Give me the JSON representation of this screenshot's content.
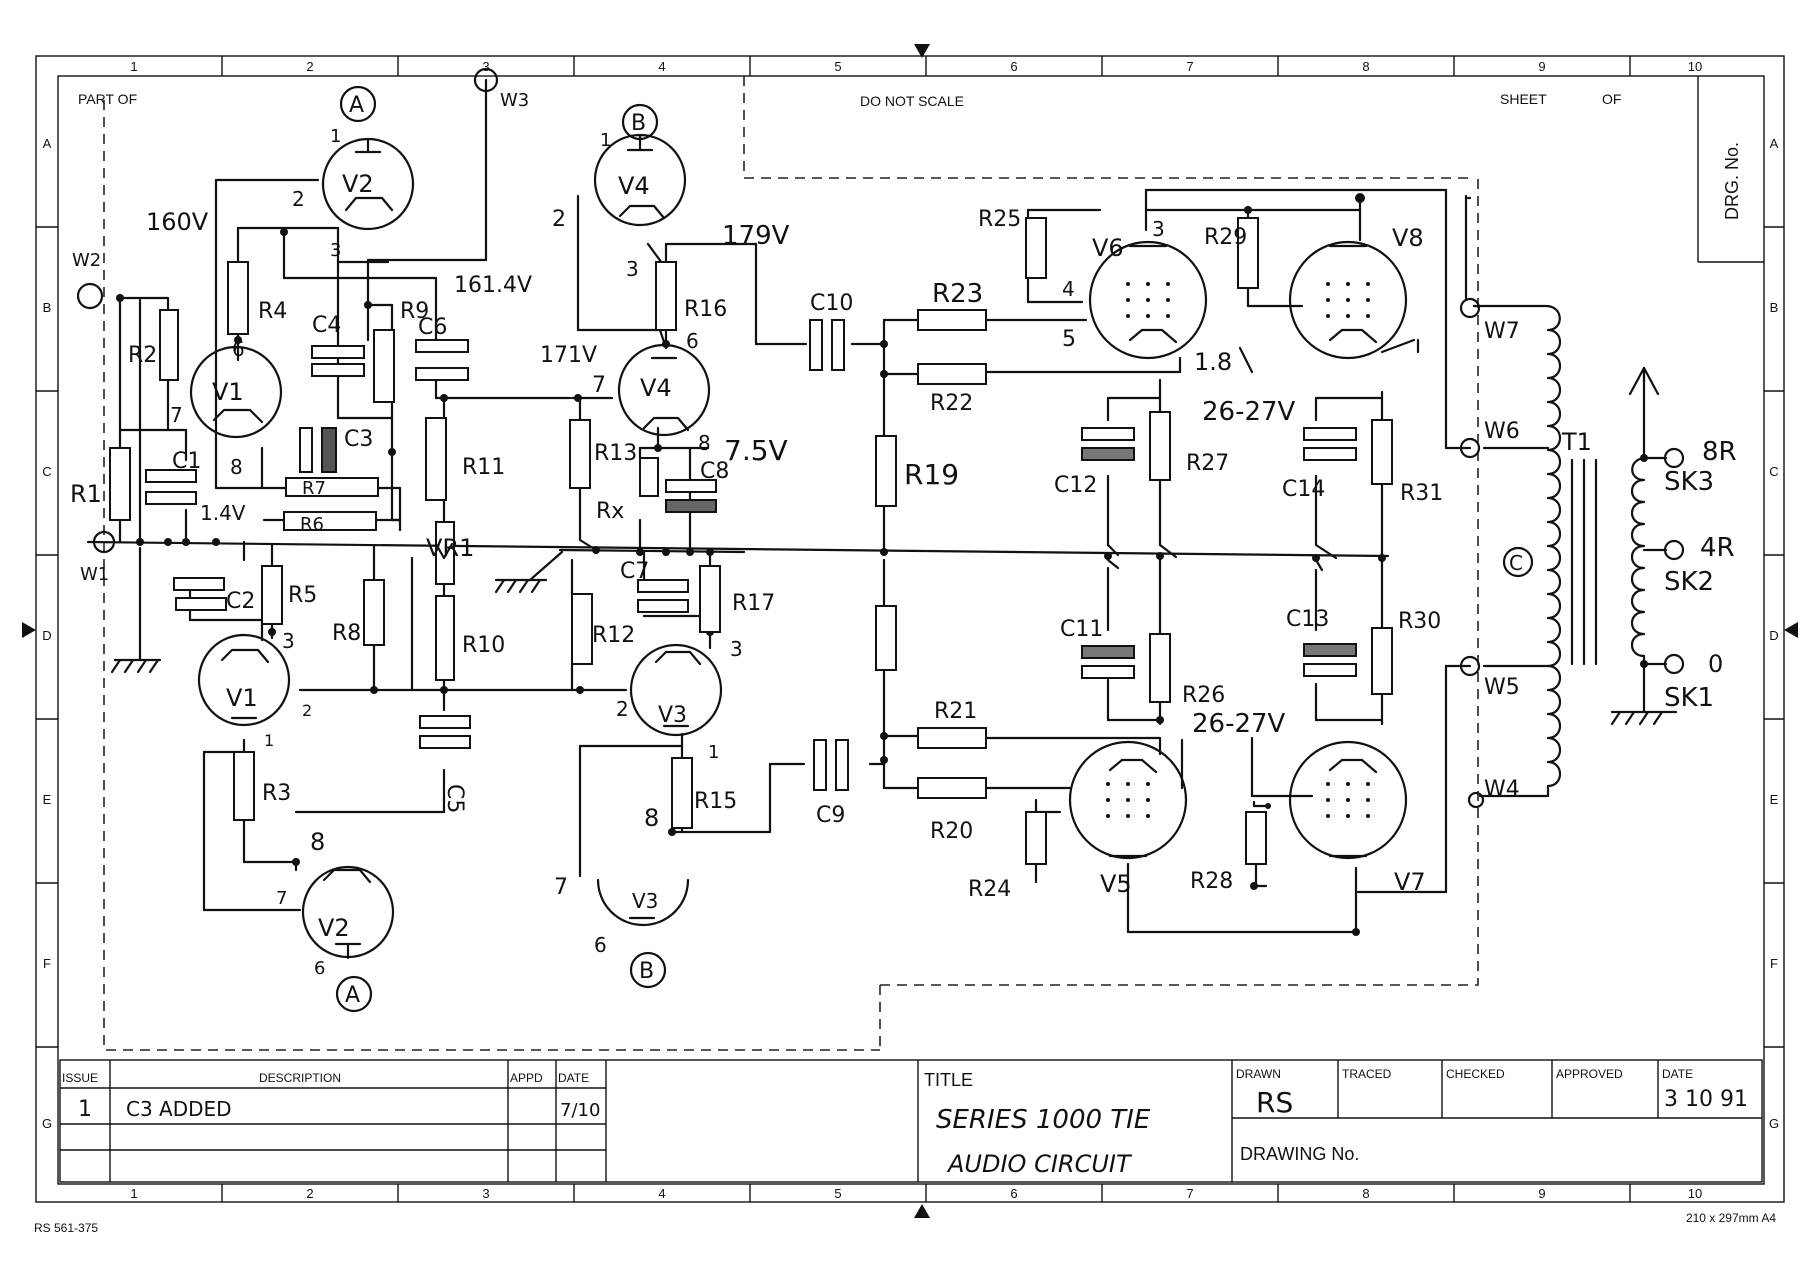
{
  "sheet": {
    "columns": [
      "1",
      "2",
      "3",
      "4",
      "5",
      "6",
      "7",
      "8",
      "9",
      "10"
    ],
    "rows": [
      "A",
      "B",
      "C",
      "D",
      "E",
      "F",
      "G"
    ],
    "part_of": "PART OF",
    "do_not_scale": "DO NOT SCALE",
    "sheet_label": "SHEET",
    "of_label": "OF",
    "drg_no": "DRG. No.",
    "form_ref": "RS 561-375",
    "paper_size": "210 x 297mm A4"
  },
  "title_block": {
    "headers": {
      "issue": "ISSUE",
      "description": "DESCRIPTION",
      "appd": "APPD",
      "date": "DATE"
    },
    "issues": [
      {
        "issue": "1",
        "description": "C3 ADDED",
        "appd": "",
        "date": "7/10"
      }
    ],
    "title_label": "TITLE",
    "title_line1": "SERIES 1000 TIE",
    "title_line2": "AUDIO CIRCUIT",
    "drawn_label": "DRAWN",
    "drawn_value": "RS",
    "traced_label": "TRACED",
    "checked_label": "CHECKED",
    "approved_label": "APPROVED",
    "date_label": "DATE",
    "date_value": "3 10 91",
    "drawing_no_label": "DRAWING No."
  },
  "schematic": {
    "valves": [
      "V1",
      "V1",
      "V2",
      "V2",
      "V3",
      "V3",
      "V4",
      "V4",
      "V5",
      "V6",
      "V7",
      "V8"
    ],
    "resistors": [
      "R1",
      "R2",
      "R3",
      "R4",
      "R5",
      "R6",
      "R7",
      "R8",
      "R9",
      "R10",
      "R11",
      "R12",
      "R13",
      "Rx",
      "R15",
      "R16",
      "R17",
      "R19",
      "R20",
      "R21",
      "R22",
      "R23",
      "R24",
      "R25",
      "R26",
      "R27",
      "R28",
      "R29",
      "R30",
      "R31"
    ],
    "capacitors": [
      "C1",
      "C2",
      "C3",
      "C4",
      "C5",
      "C6",
      "C7",
      "C8",
      "C9",
      "C10",
      "C11",
      "C12",
      "C13",
      "C14"
    ],
    "potentiometer": "VR1",
    "transformer": "T1",
    "connectors": [
      "W1",
      "W2",
      "W3",
      "W4",
      "W5",
      "W6",
      "W7"
    ],
    "sockets": [
      {
        "name": "SK1",
        "value": "0"
      },
      {
        "name": "SK2",
        "value": "4R"
      },
      {
        "name": "SK3",
        "value": "8R"
      }
    ],
    "voltages": [
      "160V",
      "161.4V",
      "179V",
      "171V",
      "7.5V",
      "1.4V",
      "26-27V",
      "26-27V",
      "1.8"
    ],
    "markers": [
      "A",
      "A",
      "B",
      "B",
      "C"
    ],
    "pins": [
      "1",
      "2",
      "3",
      "4",
      "5",
      "6",
      "7",
      "8"
    ]
  }
}
